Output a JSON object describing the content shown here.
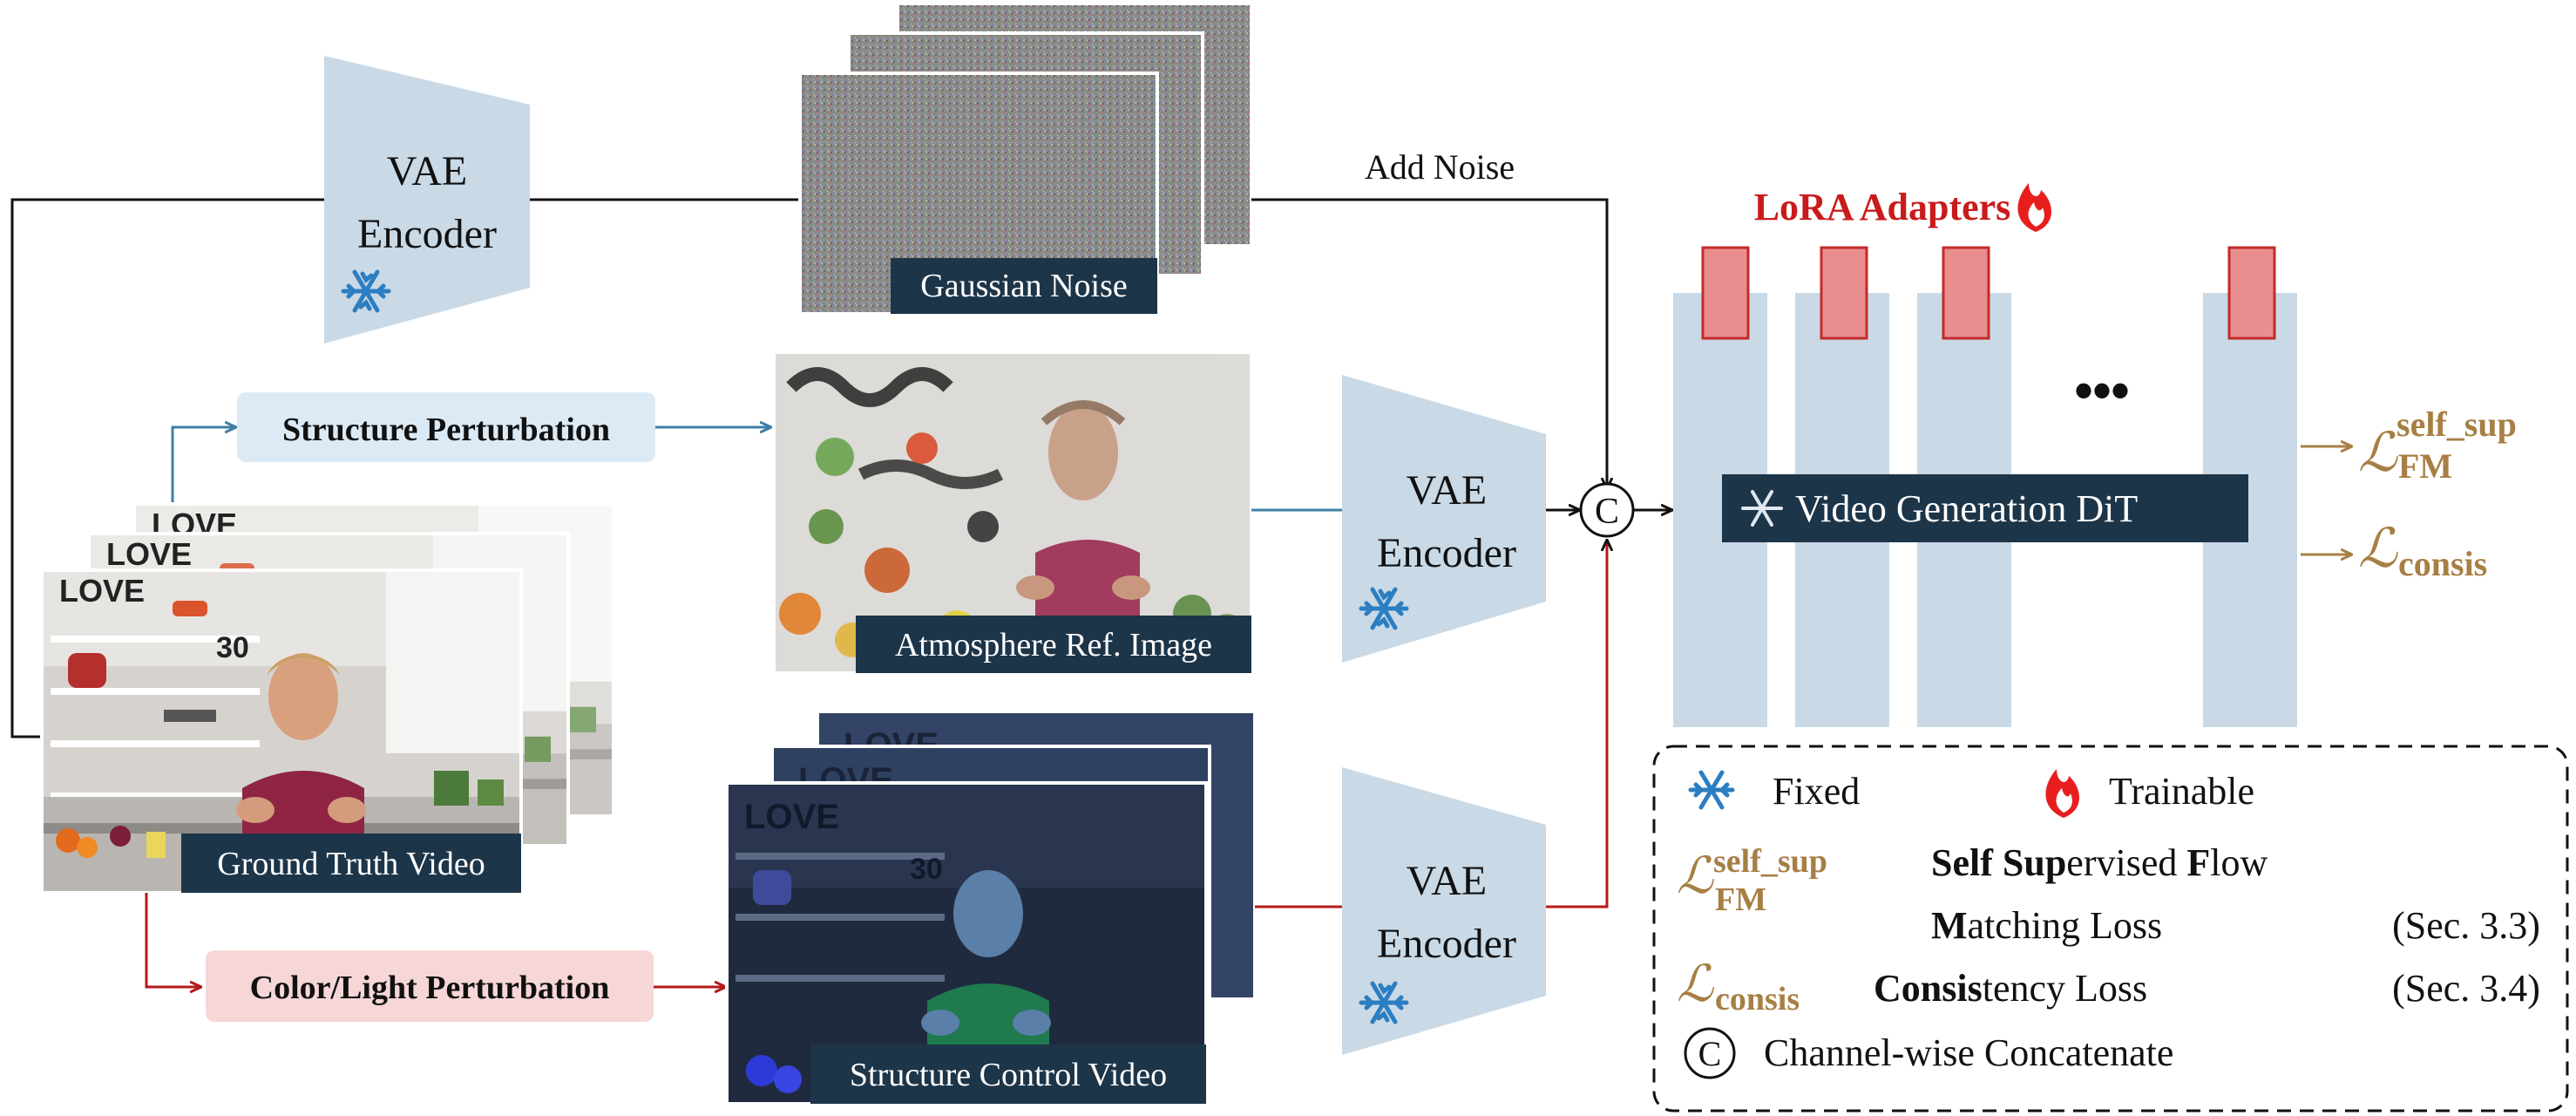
{
  "colors": {
    "encoder_fill": "#c9d9e6",
    "dit_fill": "#c9d9e6",
    "lora_fill": "#e98e8e",
    "lora_stroke": "#c42a2a",
    "label_dark": "#1d3549",
    "blue_line": "#3f7fa6",
    "red_line": "#b3191b",
    "blue_pill": "#dceaf5",
    "red_pill": "#f6d6d6",
    "loss_gold": "#a77f44",
    "lora_text": "#c91b1b"
  },
  "encoders": {
    "top": {
      "line1": "VAE",
      "line2": "Encoder"
    },
    "mid": {
      "line1": "VAE",
      "line2": "Encoder"
    },
    "bottom": {
      "line1": "VAE",
      "line2": "Encoder"
    }
  },
  "captions": {
    "noise": "Gaussian Noise",
    "atmosphere": "Atmosphere Ref. Image",
    "ground_truth": "Ground Truth Video",
    "structure_control": "Structure Control Video"
  },
  "arrows": {
    "add_noise": "Add Noise"
  },
  "perturbations": {
    "structure": "Structure Perturbation",
    "color_light": "Color/Light Perturbation"
  },
  "dit": {
    "lora_label": "LoRA Adapters",
    "dit_label": "Video Generation DiT",
    "ellipsis": "•••"
  },
  "losses": {
    "main": "ℒ",
    "fm_sup": "self_sup",
    "fm_sub": "FM",
    "consis_sub": "consis"
  },
  "concat_symbol": "C",
  "legend": {
    "fixed": "Fixed",
    "trainable": "Trainable",
    "fm_desc_line1_bold1": "Self Sup",
    "fm_desc_line1_rest1": "ervised ",
    "fm_desc_line1_bold2": "F",
    "fm_desc_line1_rest2": "low",
    "fm_desc_line2_bold": "M",
    "fm_desc_line2_rest": "atching Loss",
    "fm_sec": "(Sec. 3.3)",
    "consis_bold": "Consis",
    "consis_rest": "tency Loss",
    "consis_sec": "(Sec. 3.4)",
    "concat_desc": "Channel-wise Concatenate"
  },
  "frame_text": {
    "love": "LOVE",
    "number": "30"
  }
}
